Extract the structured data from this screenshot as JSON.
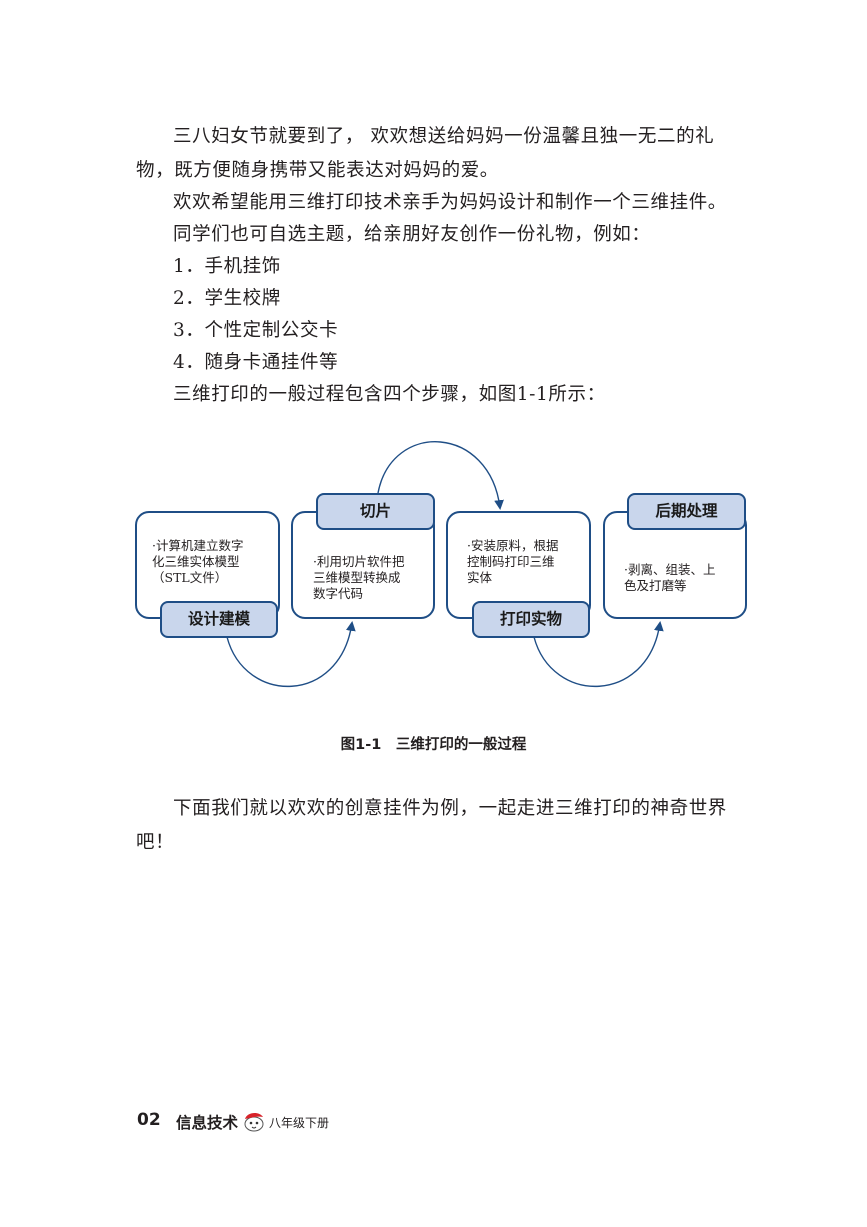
{
  "intro": {
    "p1": "三八妇女节就要到了， 欢欢想送给妈妈一份温馨且独一无二的礼物，既方便随身携带又能表达对妈妈的爱。",
    "p2": "欢欢希望能用三维打印技术亲手为妈妈设计和制作一个三维挂件。",
    "p3": "同学们也可自选主题，给亲朋好友创作一份礼物，例如：",
    "items": [
      "1．手机挂饰",
      "2．学生校牌",
      "3．个性定制公交卡",
      "4．随身卡通挂件等"
    ],
    "p4": "三维打印的一般过程包含四个步骤，如图1-1所示："
  },
  "diagram": {
    "steps": [
      {
        "label": "设计建模",
        "text": "·计算机建立数字\n  化三维实体模型\n  （STL文件）"
      },
      {
        "label": "切片",
        "text": "·利用切片软件把\n  三维模型转换成\n  数字代码"
      },
      {
        "label": "打印实物",
        "text": "·安装原料，根据\n  控制码打印三维\n  实体"
      },
      {
        "label": "后期处理",
        "text": "·剥离、组装、上\n  色及打磨等"
      }
    ],
    "caption": "图1-1　三维打印的一般过程",
    "colors": {
      "stroke": "#1f4e86",
      "tag_fill": "#c9d6ec"
    }
  },
  "outro": "下面我们就以欢欢的创意挂件为例，一起走进三维打印的神奇世界吧！",
  "footer": {
    "page": "02",
    "title": "信息技术",
    "subtitle": "八年级下册",
    "logo_icon": "mascot-logo-icon"
  }
}
